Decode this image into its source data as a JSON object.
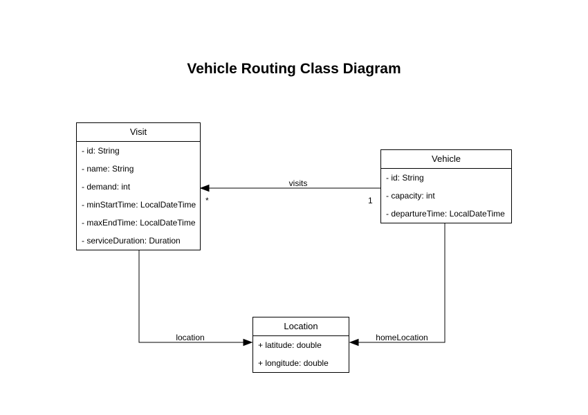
{
  "title": "Vehicle Routing Class Diagram",
  "diagram": {
    "classes": {
      "visit": {
        "name": "Visit",
        "fields": [
          "- id: String",
          "- name: String",
          "- demand: int",
          "- minStartTime: LocalDateTime",
          "- maxEndTime: LocalDateTime",
          "- serviceDuration: Duration"
        ]
      },
      "vehicle": {
        "name": "Vehicle",
        "fields": [
          "- id: String",
          "- capacity: int",
          "- departureTime: LocalDateTime"
        ]
      },
      "location": {
        "name": "Location",
        "fields": [
          "+ latitude: double",
          "+ longitude: double"
        ]
      }
    },
    "associations": {
      "visits": {
        "label": "visits",
        "multiplicity_visit_end": "*",
        "multiplicity_vehicle_end": "1"
      },
      "location": {
        "label": "location"
      },
      "homeLocation": {
        "label": "homeLocation"
      }
    },
    "colors": {
      "line": "#000000",
      "box_border": "#000000",
      "box_fill": "#ffffff",
      "text": "#000000",
      "background": "#ffffff"
    }
  }
}
